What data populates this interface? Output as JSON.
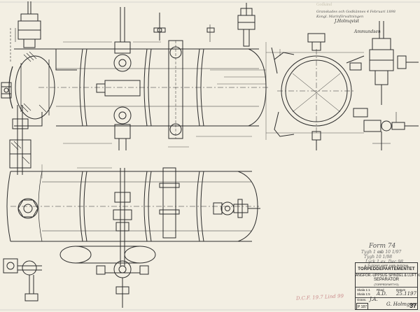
{
  "stamp": {
    "faded_line": "Godkänd",
    "line1": "Granskades och Godkännes 4 Februari 1898",
    "line2": "Kongl. Marinförvaltningen",
    "signature": "J.Holmqvist",
    "approver": "Ammundsen"
  },
  "handwritten_notes": {
    "form_number": "Form 74",
    "note_a": "Tygh 1 ex.",
    "note_b": "ab 10 1/97",
    "note_c": "Tygh 10 1/98",
    "note_d": "Lyck 1 ex. Dec 98"
  },
  "title_block": {
    "company": "A. FLODINS VARF. KARLSKRONA",
    "department": "TORPEDDEPARTEMENTET",
    "title_line1": "ÅNGFÖR.-UPPSUG SPINDEL & LUFT KRAN",
    "title_line2": "SEPARATOR",
    "title_line3": "(TORPEDFARTYG)",
    "scale_label": "Skala 1:1",
    "scale_value": "Skala 1:5",
    "ritad_label": "Ritad",
    "ritad_value": "A.D.",
    "date_label": "Datum",
    "date_value": "25.11.",
    "year_value": "97",
    "checked_label": "Grans.",
    "checked_sig": "J.A.",
    "signature": "G. Holmgren",
    "sheet_no": "P 187",
    "drawing_no": "37"
  },
  "archive_mark": "D.C.F. 19.7 Lind 99"
}
